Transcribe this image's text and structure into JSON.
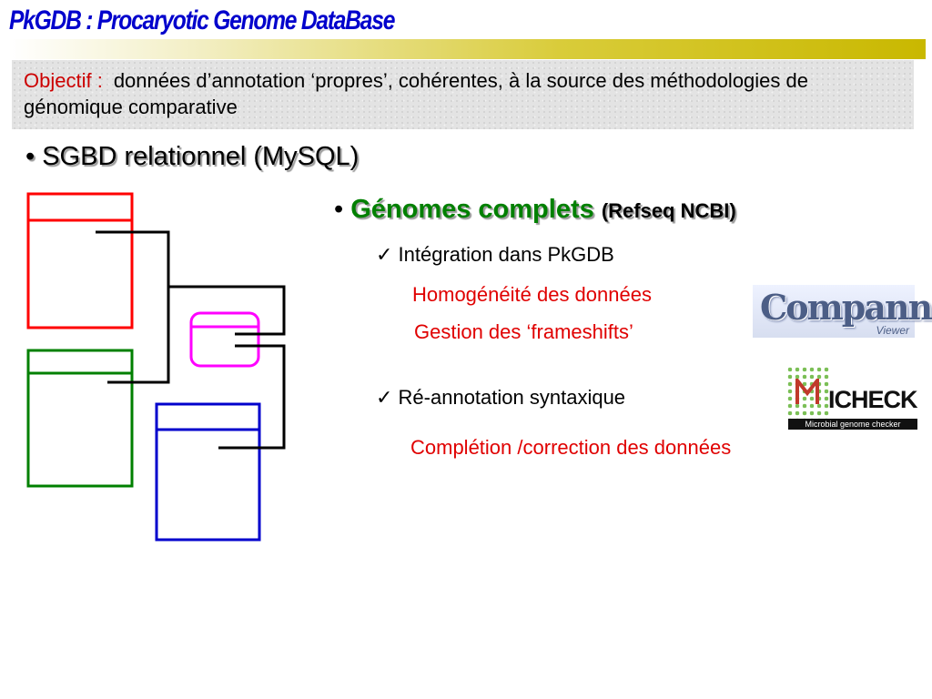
{
  "title": "PkGDB : Procaryotic Genome DataBase",
  "objective": {
    "label": "Objectif :",
    "text": "données d’annotation ‘propres’, cohérentes, à la source des méthodologies de génomique comparative"
  },
  "bullet_sgbd": "• SGBD relationnel (MySQL)",
  "genomes": {
    "bullet": "• ",
    "label": "Génomes complets",
    "source": "(Refseq NCBI)"
  },
  "integration": {
    "label": "✓ Intégration dans PkGDB",
    "items": [
      "Homogénéité des données",
      "Gestion des ‘frameshifts’"
    ]
  },
  "reannotation": {
    "label": "✓ Ré-annotation syntaxique",
    "items": [
      "Complétion /correction des données"
    ]
  },
  "logos": {
    "companno": {
      "name": "Compannot",
      "sub": "Viewer"
    },
    "micheck": {
      "name": "ICHECK",
      "sub": "Microbial genome checker"
    }
  },
  "colors": {
    "title": "#0000cc",
    "accent_red": "#e00000",
    "green": "#008000",
    "table_red": "#ff0000",
    "table_green": "#008000",
    "table_magenta": "#ff00ff",
    "table_blue": "#0000cc"
  }
}
